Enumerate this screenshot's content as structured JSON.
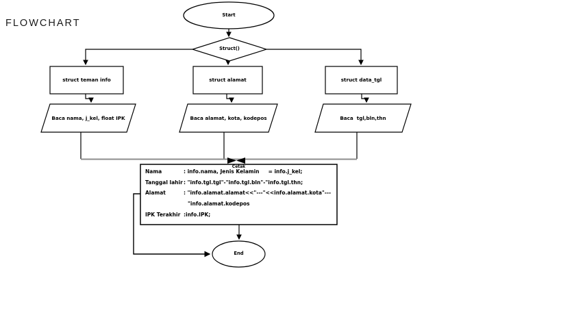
{
  "title": "FLOWCHART",
  "flowchart": {
    "start_label": "Start",
    "decision_label": "Struct()",
    "boxes": [
      {
        "label": "struct teman info"
      },
      {
        "label": "struct alamat"
      },
      {
        "label": "struct data_tgl"
      }
    ],
    "inputs": [
      {
        "label": "Baca nama, j_kel, float IPK"
      },
      {
        "label": "Baca alamat, kota, kodepos"
      },
      {
        "label": "Baca  tgl,bln,thn"
      }
    ],
    "output": {
      "label": "Cetak",
      "rows": [
        {
          "label": "Nama",
          "value": ": info.nama, Jenis Kelamin     = info.j_kel;"
        },
        {
          "label": "Tanggal lahir",
          "value": ": \"info.tgl.tgl\"-\"info.tgl.bln\"-\"info.tgl.thn;"
        },
        {
          "label": "Alamat",
          "value": ": \"info.alamat.alamat<<\"---\"<<info.alamat.kota\"---"
        },
        {
          "label": "",
          "value": "\"info.alamat.kodepos"
        },
        {
          "label": "IPK Terakhir",
          "value": ":info.IPK;"
        }
      ]
    },
    "end_label": "End",
    "colors": {
      "line": "#000000",
      "merge_line": "#8c8c8c",
      "fill": "#ffffff"
    }
  }
}
